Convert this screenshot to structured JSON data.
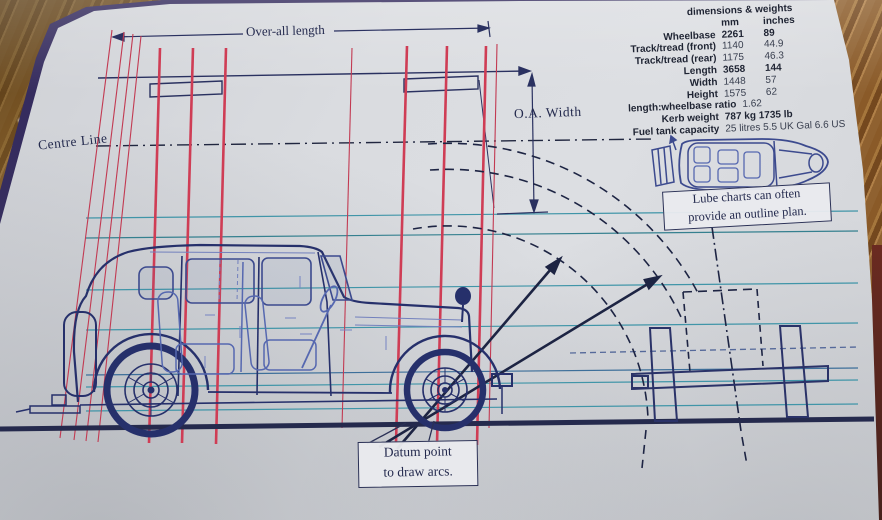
{
  "labels": {
    "overall_length": "Over-all length",
    "oa_width": "O.A. Width",
    "centre_line": "Centre Line",
    "datum_line1": "Datum point",
    "datum_line2": "to draw arcs.",
    "lube_line1": "Lube charts can often",
    "lube_line2": "provide an outline plan."
  },
  "table": {
    "title": "dimensions & weights",
    "col_mm": "mm",
    "col_inches": "inches",
    "rows": [
      {
        "label": "Wheelbase",
        "mm": "2261",
        "inches": "89"
      },
      {
        "label": "Track/tread (front)",
        "mm": "1140",
        "inches": "44.9"
      },
      {
        "label": "Track/tread (rear)",
        "mm": "1175",
        "inches": "46.3"
      },
      {
        "label": "Length",
        "mm": "3658",
        "inches": "144"
      },
      {
        "label": "Width",
        "mm": "1448",
        "inches": "57"
      },
      {
        "label": "Height",
        "mm": "1575",
        "inches": "62"
      }
    ],
    "ratio_label": "length:wheelbase ratio",
    "ratio_value": "1.62",
    "kerb_label": "Kerb weight",
    "kerb_value": "787 kg  1735 lb",
    "fuel_label": "Fuel tank capacity",
    "fuel_value": "25 litres 5.5 UK Gal 6.6 US"
  },
  "colors": {
    "ink_navy": "#2a3268",
    "ink_dark": "#1d2443",
    "projection_red": "#cc3a52",
    "construction_teal": "#4095a8",
    "paper": "#d8dade",
    "wood": "#8a5a28"
  }
}
